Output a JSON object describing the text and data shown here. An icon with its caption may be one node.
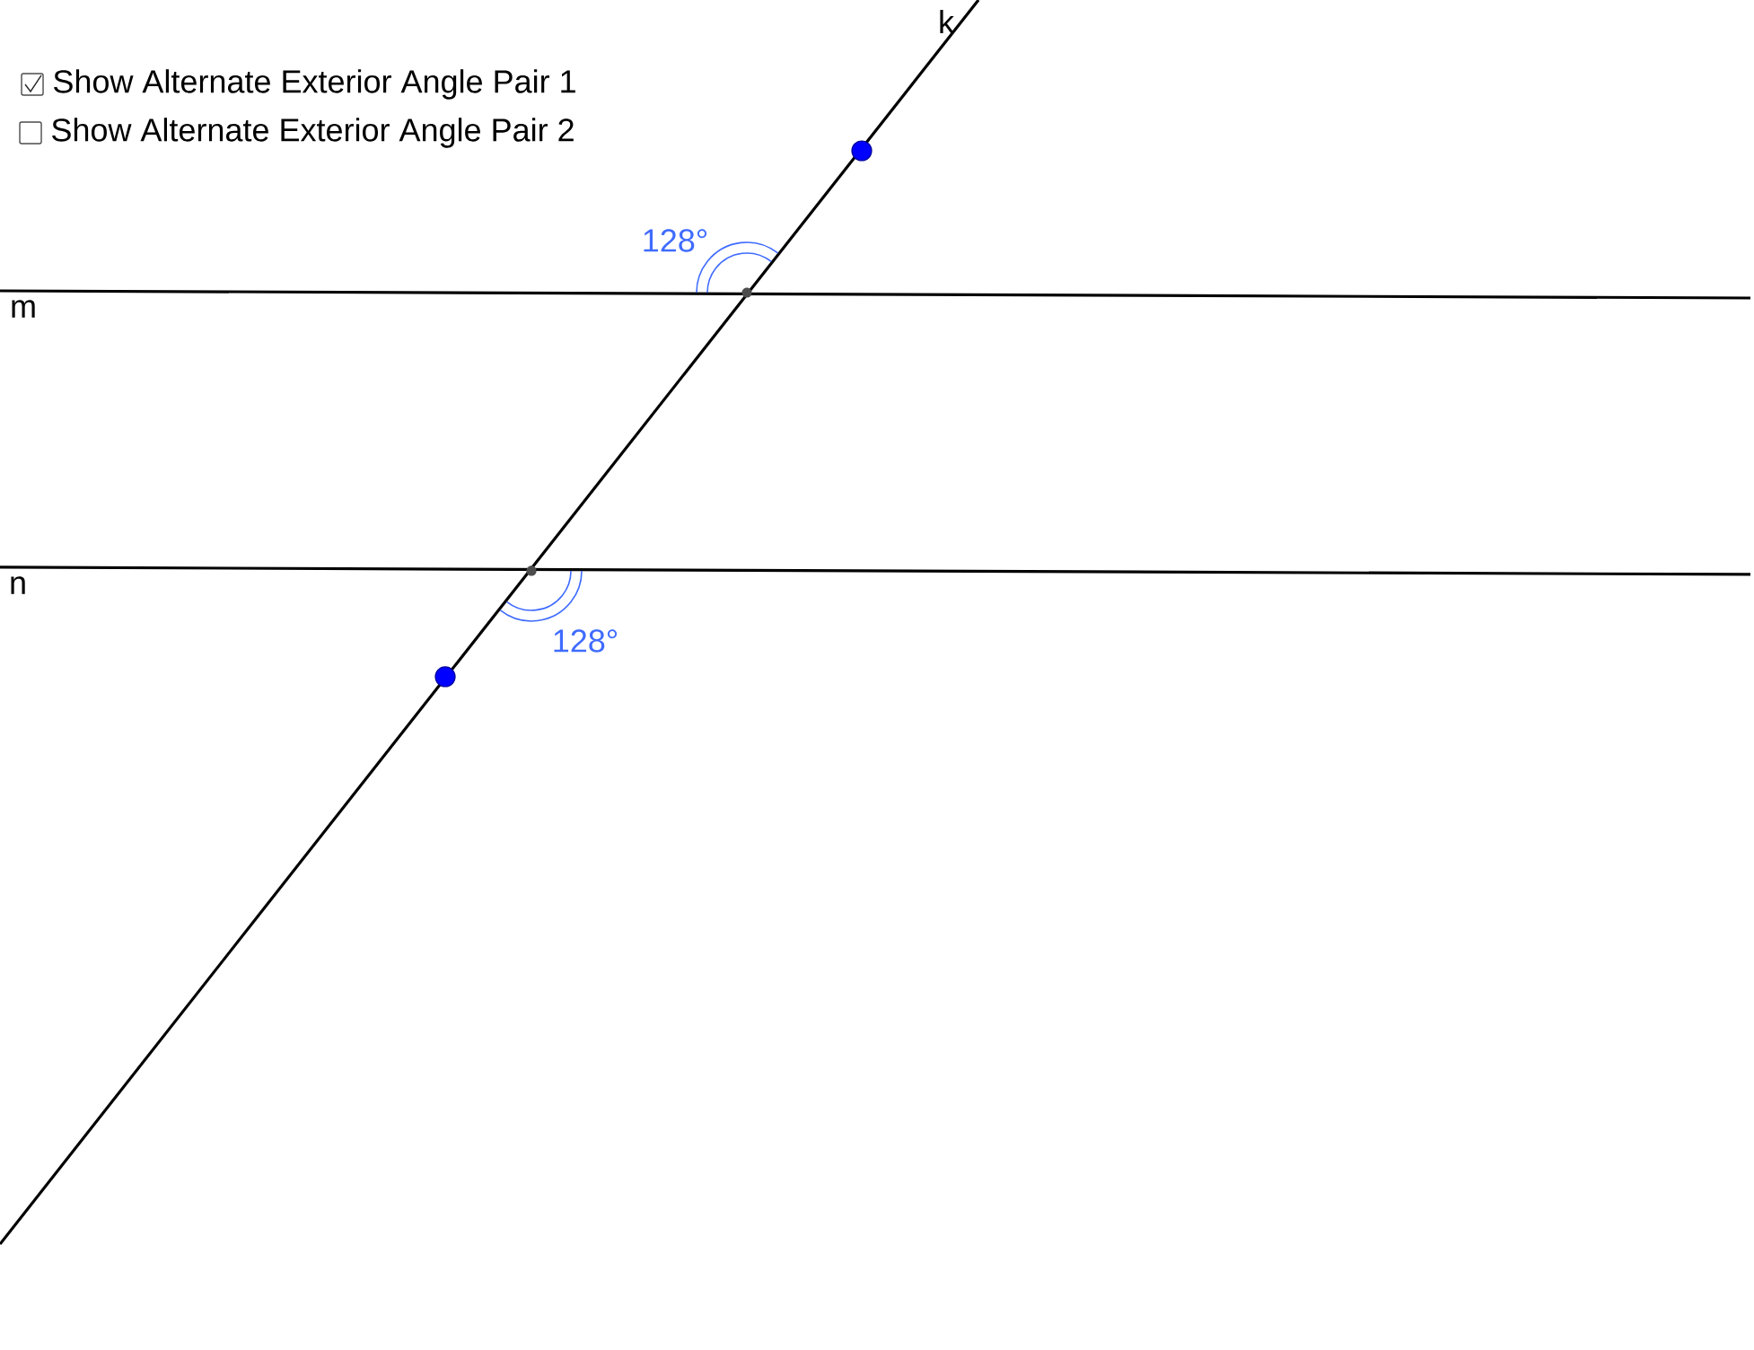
{
  "diagram": {
    "labels": [
      "Show Alternate Exterior Angle Pair 1",
      "Show Alternate Exterior Angle Pair 2",
      "k",
      "m",
      "n",
      "128°",
      "128°"
    ]
  }
}
